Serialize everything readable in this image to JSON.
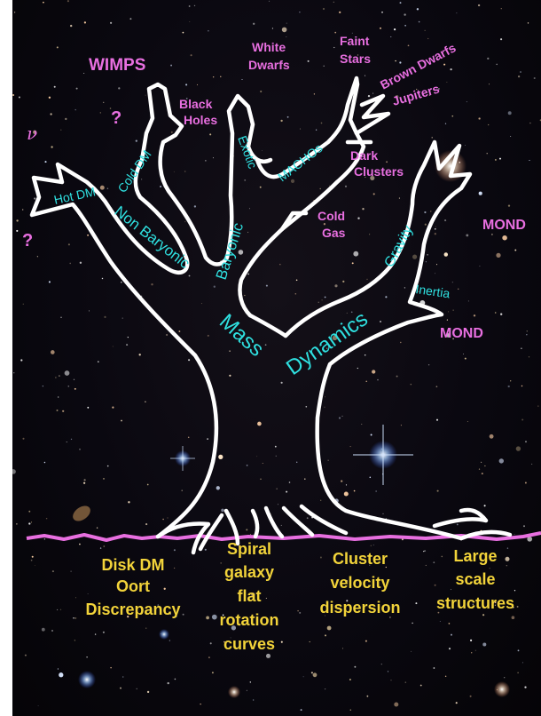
{
  "colors": {
    "pink": "#e86fe0",
    "cyan": "#2fe0e0",
    "gold": "#f2d33a",
    "tree": "#ffffff",
    "background": "#07060a"
  },
  "labels": {
    "wimps": "WIMPS",
    "question_1": "?",
    "question_2": "?",
    "nu": "ν",
    "black_holes_1": "Black",
    "black_holes_2": "Holes",
    "white_dwarfs_1": "White",
    "white_dwarfs_2": "Dwarfs",
    "faint_stars_1": "Faint",
    "faint_stars_2": "Stars",
    "brown_dwarfs": "Brown Dwarfs",
    "jupiters": "Jupiters",
    "dark_clusters_1": "Dark",
    "dark_clusters_2": "Clusters",
    "cold_gas_1": "Cold",
    "cold_gas_2": "Gas",
    "mond_1": "MOND",
    "mond_2": "MOND",
    "hot_dm": "Hot DM",
    "cold_dm": "Cold DM",
    "exotic": "Exotic",
    "machos": "MACHOs",
    "non_baryonic": "Non Baryonic",
    "baryonic": "Baryonic",
    "gravity": "Gravity",
    "inertia": "Inertia",
    "mass": "Mass",
    "dynamics": "Dynamics",
    "disk_1": "Disk DM",
    "disk_2": "Oort",
    "disk_3": "Discrepancy",
    "spiral_1": "Spiral",
    "spiral_2": "galaxy",
    "spiral_3": "flat",
    "spiral_4": "rotation",
    "spiral_5": "curves",
    "cluster_1": "Cluster",
    "cluster_2": "velocity",
    "cluster_3": "dispersion",
    "large_1": "Large",
    "large_2": "scale",
    "large_3": "structures"
  }
}
